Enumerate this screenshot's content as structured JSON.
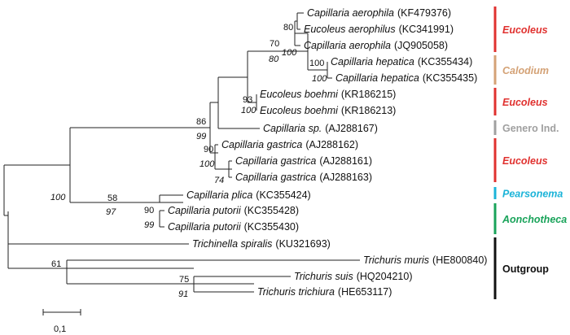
{
  "taxa": [
    {
      "species": "Capillaria aerophila",
      "accession": "(KF479376)"
    },
    {
      "species": "Eucoleus aerophilus",
      "accession": "(KC341991)"
    },
    {
      "species": "Capillaria aerophila",
      "accession": "(JQ905058)"
    },
    {
      "species": "Capillaria hepatica",
      "accession": "(KC355434)"
    },
    {
      "species": "Capillaria hepatica",
      "accession": "(KC355435)"
    },
    {
      "species": "Eucoleus boehmi",
      "accession": "(KR186215)"
    },
    {
      "species": "Eucoleus boehmi",
      "accession": "(KR186213)"
    },
    {
      "species": "Capillaria sp.",
      "accession": "(AJ288167)"
    },
    {
      "species": "Capillaria gastrica",
      "accession": "(AJ288162)"
    },
    {
      "species": "Capillaria gastrica",
      "accession": "(AJ288161)"
    },
    {
      "species": "Capillaria gastrica",
      "accession": "(AJ288163)"
    },
    {
      "species": "Capillaria plica",
      "accession": "(KC355424)"
    },
    {
      "species": "Capillaria putorii",
      "accession": "(KC355428)"
    },
    {
      "species": "Capillaria putorii",
      "accession": "(KC355430)"
    },
    {
      "species": "Trichinella spiralis",
      "accession": "(KU321693)"
    },
    {
      "species": "Trichuris muris",
      "accession": "(HE800840)"
    },
    {
      "species": "Trichuris suis",
      "accession": "(HQ204210)"
    },
    {
      "species": "Trichuris trichiura",
      "accession": "(HE653117)"
    }
  ],
  "supports": [
    {
      "value": "80",
      "alt": false
    },
    {
      "value": "100",
      "alt": true
    },
    {
      "value": "70",
      "alt": false
    },
    {
      "value": "80",
      "alt": true
    },
    {
      "value": "100",
      "alt": false
    },
    {
      "value": "100",
      "alt": true
    },
    {
      "value": "93",
      "alt": false
    },
    {
      "value": "100",
      "alt": true
    },
    {
      "value": "86",
      "alt": false
    },
    {
      "value": "99",
      "alt": true
    },
    {
      "value": "90",
      "alt": false
    },
    {
      "value": "100",
      "alt": true
    },
    {
      "value": "74",
      "alt": true
    },
    {
      "value": "100",
      "alt": true
    },
    {
      "value": "58",
      "alt": false
    },
    {
      "value": "97",
      "alt": true
    },
    {
      "value": "90",
      "alt": false
    },
    {
      "value": "99",
      "alt": true
    },
    {
      "value": "61",
      "alt": false
    },
    {
      "value": "75",
      "alt": false
    },
    {
      "value": "91",
      "alt": true
    }
  ],
  "groups": [
    {
      "label": "Eucoleus",
      "color": "#e0312f"
    },
    {
      "label": "Calodium",
      "color": "#d4a276"
    },
    {
      "label": "Eucoleus",
      "color": "#e0312f"
    },
    {
      "label": "Genero Ind.",
      "color": "#a0a0a0"
    },
    {
      "label": "Eucoleus",
      "color": "#e0312f"
    },
    {
      "label": "Pearsonema",
      "color": "#1ab3d8"
    },
    {
      "label": "Aonchotheca",
      "color": "#19a35a"
    },
    {
      "label": "Outgroup",
      "color": "#111111"
    }
  ],
  "scale_bar": {
    "label": "0,1"
  }
}
